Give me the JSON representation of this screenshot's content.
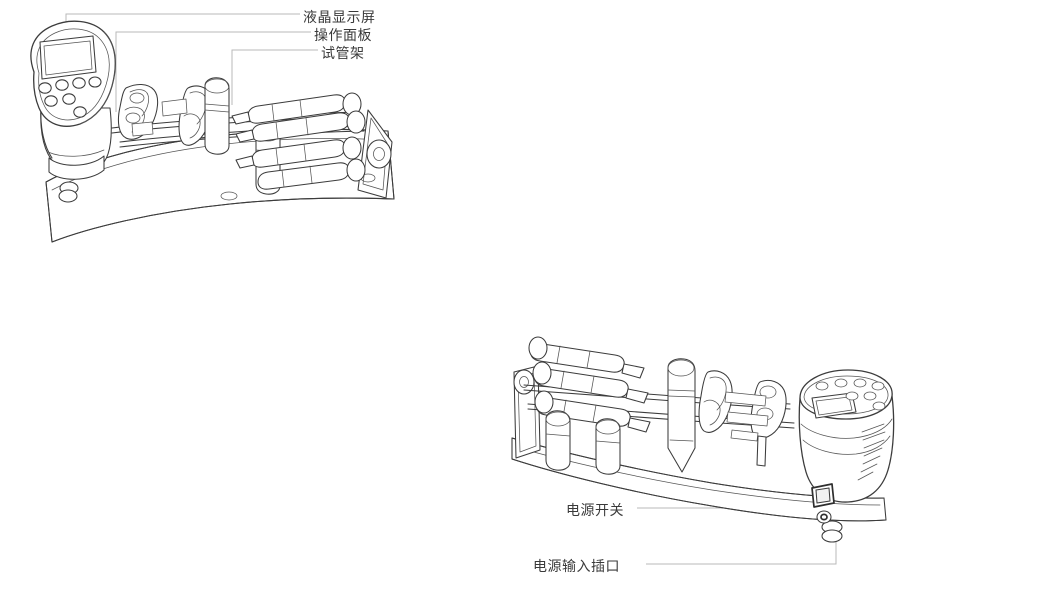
{
  "diagram": {
    "title": "",
    "device_name": "laboratory-analyzer-with-test-tube-rack",
    "views": [
      {
        "id": "front-left-view",
        "name": "front-left-isometric-view"
      },
      {
        "id": "rear-right-view",
        "name": "rear-right-isometric-view"
      }
    ],
    "line_color": "#3c3c3c",
    "leader_color": "#b9b9b9",
    "text_color": "#3a3a3a",
    "background": "#ffffff"
  },
  "callouts": [
    {
      "id": "lcd",
      "label": "液晶显示屏",
      "target": "lcd-screen"
    },
    {
      "id": "panel",
      "label": "操作面板",
      "target": "control-panel"
    },
    {
      "id": "rack",
      "label": "试管架",
      "target": "test-tube-rack"
    },
    {
      "id": "power",
      "label": "电源开关",
      "target": "power-switch"
    },
    {
      "id": "jack",
      "label": "电源输入插口",
      "target": "power-input-socket"
    }
  ]
}
